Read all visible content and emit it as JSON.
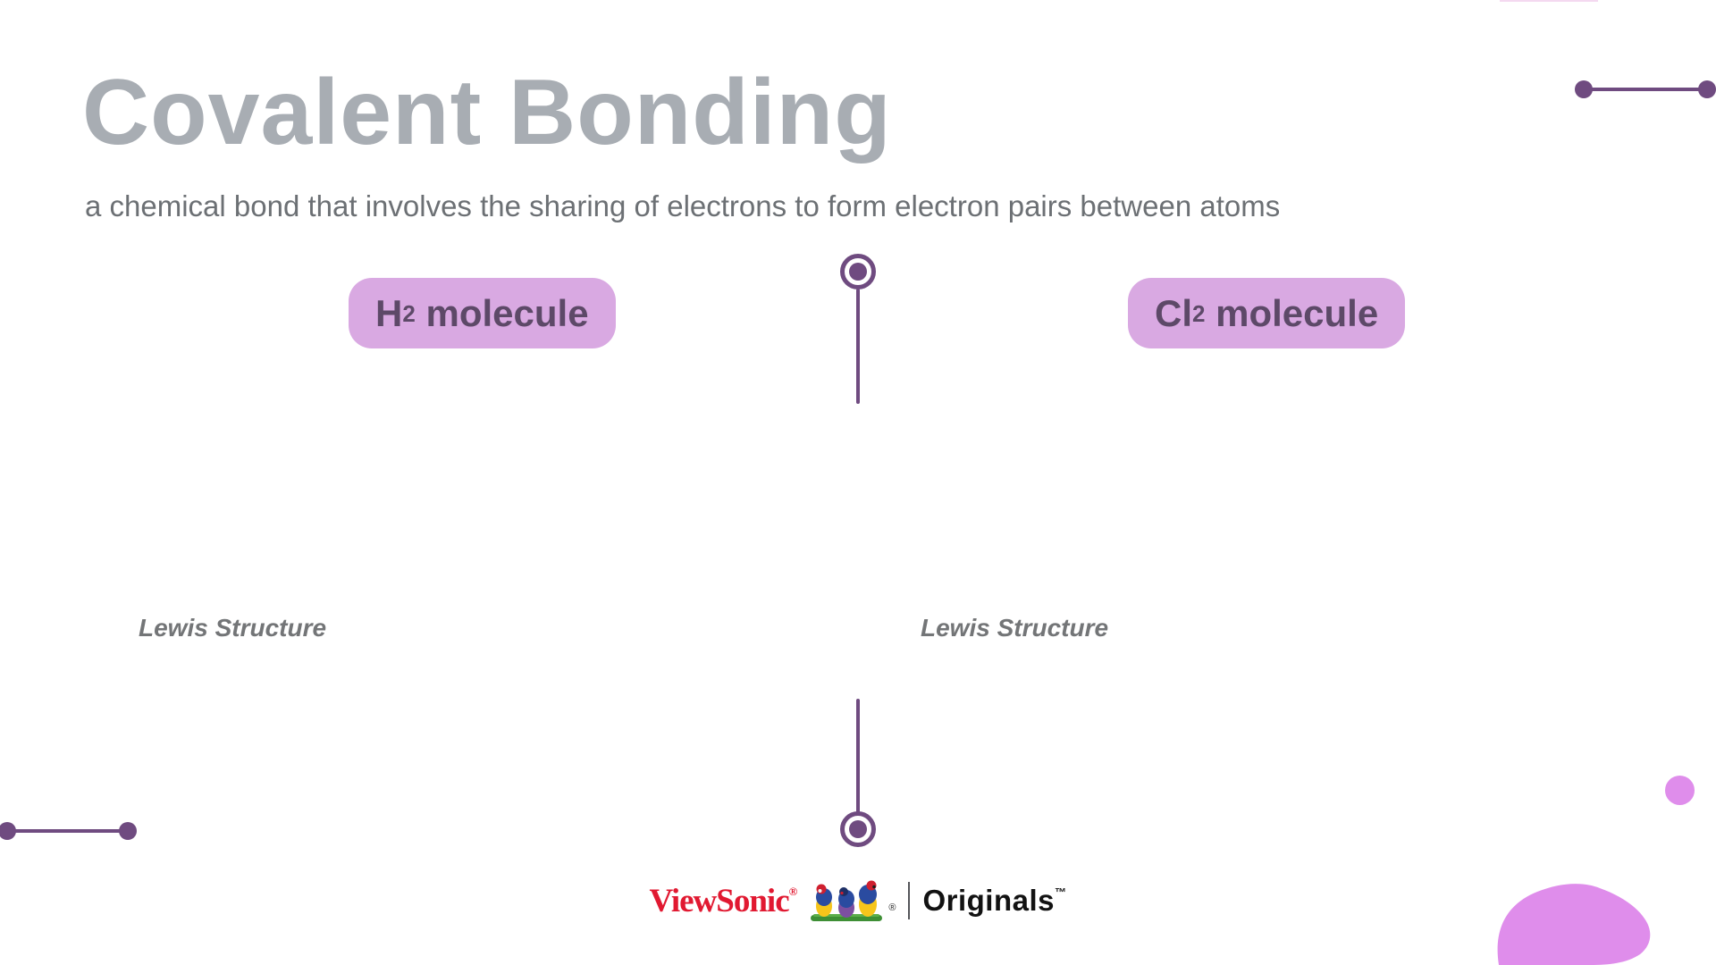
{
  "slide": {
    "title": "Covalent Bonding",
    "subtitle": "a chemical bond that involves the sharing of electrons to form electron pairs between atoms"
  },
  "badges": {
    "left": {
      "element": "H",
      "subscript": "2",
      "label": " molecule"
    },
    "right": {
      "element": "Cl",
      "subscript": "2",
      "label": " molecule"
    }
  },
  "sections": {
    "lewis_left": "Lewis Structure",
    "lewis_right": "Lewis Structure"
  },
  "footer": {
    "brand": "ViewSonic",
    "brand_registered": "®",
    "logo_registered": "®",
    "product": "Originals",
    "product_trademark": "™"
  },
  "colors": {
    "accent_purple": "#6f4b80",
    "badge_bg": "#d9a9e2",
    "badge_text": "#5d4968",
    "title_gray": "#a8adb3",
    "subtitle_gray": "#6c7074",
    "label_gray": "#737577",
    "decor_orchid": "#df8deb",
    "brand_red": "#e11931",
    "originals_black": "#121212",
    "bg": "#ffffff"
  }
}
